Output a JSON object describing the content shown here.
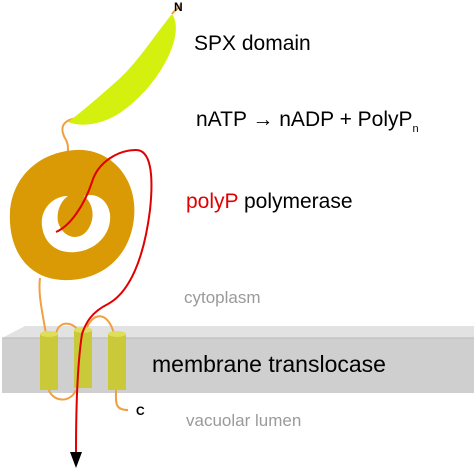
{
  "labels": {
    "n_terminus": "N",
    "c_terminus": "C",
    "spx_domain": "SPX domain",
    "reaction_prefix": "nATP → nADP + PolyP",
    "reaction_subscript": "n",
    "polymerase_highlight": "polyP",
    "polymerase_rest": " polymerase",
    "cytoplasm": "cytoplasm",
    "membrane": "membrane translocase",
    "vacuolar_lumen": "vacuolar lumen"
  },
  "colors": {
    "spx_domain": "#d4f00e",
    "polymerase": "#d99a06",
    "linker": "#f0a040",
    "polyp_chain": "#e00000",
    "helix": "#c9c93a",
    "membrane": "#cfcfcf",
    "label_grey": "#9a9a9a"
  }
}
